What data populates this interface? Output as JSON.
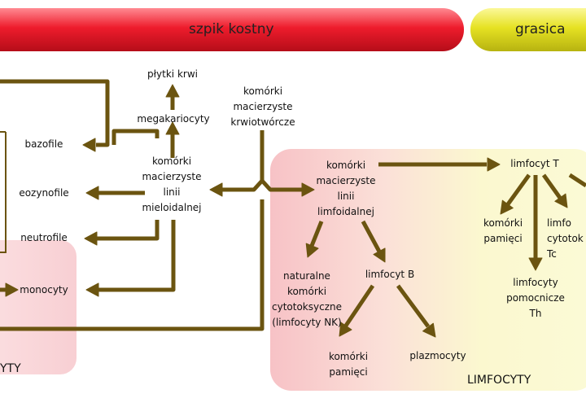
{
  "banners": {
    "bone_marrow": "szpik kostny",
    "thymus": "grasica"
  },
  "nodes": {
    "platelets": "płytki krwi",
    "megakaryocytes": "megakariocyty",
    "hsc": "komórki\nmacierzyste\nkrwiotwórcze",
    "basophils": "bazofile",
    "eosinophils": "eozynofile",
    "neutrophils": "neutrofile",
    "monocytes": "monocyty",
    "myeloid_stem": "komórki\nmacierzyste\nlinii\nmieloidalnej",
    "lymphoid_stem": "komórki\nmacierzyste\nlinii\nlimfoidalnej",
    "t_cell": "limfocyt T",
    "memory_t": "komórki\npamięci",
    "cytotoxic_t": "limfo\ncytotok\nTc",
    "helper_t": "limfocyty\npomocnicze\nTh",
    "nk_cells": "naturalne\nkomórki\ncytotoksyczne\n(limfocyty NK)",
    "b_cell": "limfocyt B",
    "memory_b": "komórki\npamięci",
    "plasma_cells": "plazmocyty"
  },
  "groups": {
    "granulocytes_cut": "YTY",
    "lymphocytes": "LIMFOCYTY"
  },
  "colors": {
    "arrow": "#6b5410",
    "banner_red": "#e8182a",
    "banner_yellow": "#e6e223"
  }
}
